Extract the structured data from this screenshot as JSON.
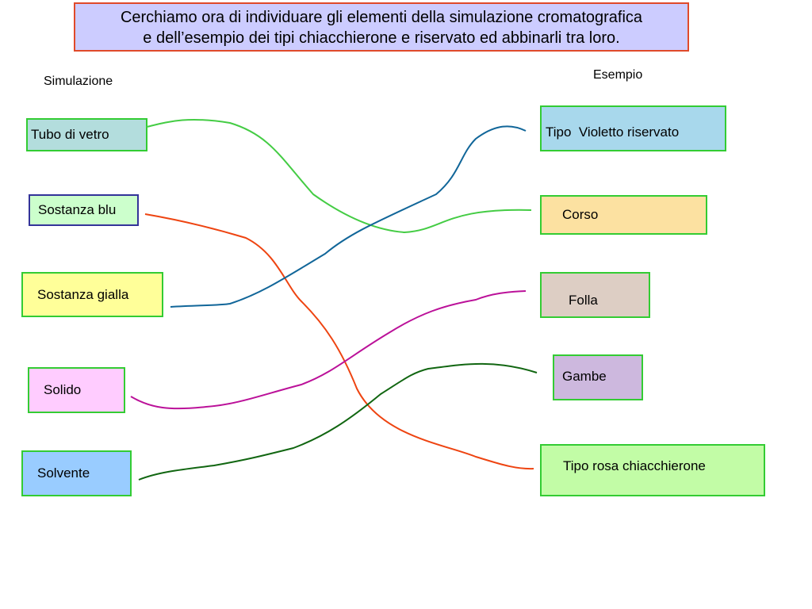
{
  "title": {
    "line1": "Cerchiamo ora di individuare gli elementi della simulazione cromatografica",
    "line2": "e dell’esempio dei tipi chiacchierone e riservato ed abbinarli tra loro."
  },
  "headings": {
    "left": "Simulazione",
    "right": "Esempio"
  },
  "left_items": [
    {
      "label": "Tubo di vetro",
      "fill": "#b3dddd",
      "border": "#33cc33"
    },
    {
      "label": "Sostanza blu",
      "fill": "#ccffcc",
      "border": "#333399"
    },
    {
      "label": "Sostanza gialla",
      "fill": "#ffff99",
      "border": "#33cc33"
    },
    {
      "label": "Solido",
      "fill": "#ffccff",
      "border": "#33cc33"
    },
    {
      "label": "Solvente",
      "fill": "#99ccff",
      "border": "#33cc33"
    }
  ],
  "right_items": [
    {
      "label": "Tipo  Violetto riservato",
      "fill": "#a8d8ec",
      "border": "#33cc33"
    },
    {
      "label": "Corso",
      "fill": "#fce1a1",
      "border": "#33cc33"
    },
    {
      "label": "Folla",
      "fill": "#ddcec4",
      "border": "#33cc33"
    },
    {
      "label": "Gambe",
      "fill": "#cdb8de",
      "border": "#33cc33"
    },
    {
      "label": "Tipo rosa chiacchierone",
      "fill": "#c2fca6",
      "border": "#33cc33"
    }
  ],
  "connections": [
    {
      "from": "Tubo di vetro",
      "to": "Corso",
      "color": "#44cc44"
    },
    {
      "from": "Sostanza blu",
      "to": "Tipo rosa chiacchierone",
      "color": "#ee4411"
    },
    {
      "from": "Sostanza gialla",
      "to": "Tipo  Violetto riservato",
      "color": "#116699"
    },
    {
      "from": "Solido",
      "to": "Folla",
      "color": "#bb1199"
    },
    {
      "from": "Solvente",
      "to": "Gambe",
      "color": "#116611"
    }
  ]
}
